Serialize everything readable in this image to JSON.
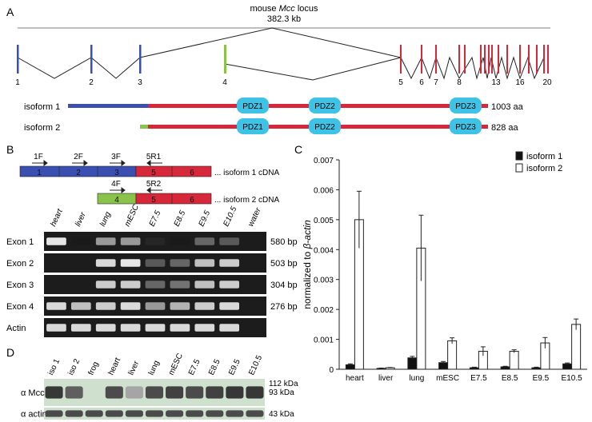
{
  "panelA": {
    "letter": "A",
    "locus_title_prefix": "mouse",
    "locus_gene": "Mcc",
    "locus_title_suffix": "locus",
    "locus_size": "382.3 kb",
    "exon_labels": [
      "1",
      "2",
      "3",
      "4",
      "5",
      "6",
      "7",
      "8",
      "13",
      "16",
      "20"
    ],
    "isoforms": [
      {
        "name": "isoform 1",
        "length": "1003 aa",
        "domains": [
          "PDZ1",
          "PDZ2",
          "PDZ3"
        ]
      },
      {
        "name": "isoform 2",
        "length": "828 aa",
        "domains": [
          "PDZ1",
          "PDZ2",
          "PDZ3"
        ]
      }
    ]
  },
  "panelB": {
    "letter": "B",
    "primers_cdna1": [
      "1F",
      "2F",
      "3F",
      "5R1"
    ],
    "primers_cdna2": [
      "4F",
      "5R2"
    ],
    "cdna1_exons": [
      "1",
      "2",
      "3",
      "5",
      "6"
    ],
    "cdna2_exons": [
      "4",
      "5",
      "6"
    ],
    "cdna1_label": "... isoform 1 cDNA",
    "cdna2_label": "... isoform 2 cDNA",
    "lanes": [
      "heart",
      "liver",
      "lung",
      "mESC",
      "E7.5",
      "E8.5",
      "E9.5",
      "E10.5",
      "water"
    ],
    "rows": [
      {
        "name": "Exon 1",
        "size": "580 bp",
        "bands": [
          0.9,
          0.1,
          0.6,
          0.6,
          0.15,
          0.1,
          0.4,
          0.35,
          0.0
        ]
      },
      {
        "name": "Exon 2",
        "size": "503 bp",
        "bands": [
          0.0,
          0.0,
          0.85,
          0.9,
          0.35,
          0.4,
          0.75,
          0.8,
          0.0
        ]
      },
      {
        "name": "Exon 3",
        "size": "304 bp",
        "bands": [
          0.0,
          0.0,
          0.8,
          0.8,
          0.4,
          0.45,
          0.75,
          0.8,
          0.0
        ]
      },
      {
        "name": "Exon 4",
        "size": "276 bp",
        "bands": [
          0.85,
          0.75,
          0.8,
          0.85,
          0.6,
          0.7,
          0.8,
          0.85,
          0.0
        ]
      },
      {
        "name": "Actin",
        "size": "",
        "bands": [
          0.85,
          0.85,
          0.85,
          0.85,
          0.85,
          0.85,
          0.85,
          0.85,
          0.0
        ]
      }
    ]
  },
  "panelC": {
    "letter": "C"
  },
  "panelD": {
    "letter": "D",
    "lanes": [
      "iso 1",
      "iso 2",
      "frog",
      "heart",
      "liver",
      "lung",
      "mESC",
      "E7.5",
      "E8.5",
      "E9.5",
      "E10.5"
    ],
    "rows": [
      {
        "name": "α Mcc",
        "sizes": [
          "112 kDa",
          "93 kDa"
        ],
        "bands": [
          0.9,
          0.7,
          0.0,
          0.8,
          0.35,
          0.8,
          0.85,
          0.8,
          0.85,
          0.9,
          0.9
        ]
      },
      {
        "name": "α actin",
        "sizes": [
          "43 kDa"
        ],
        "bands": [
          0.8,
          0.8,
          0.8,
          0.8,
          0.8,
          0.8,
          0.8,
          0.8,
          0.8,
          0.8,
          0.8
        ]
      }
    ]
  },
  "chart_data": {
    "type": "bar",
    "categories": [
      "heart",
      "liver",
      "lung",
      "mESC",
      "E7.5",
      "E8.5",
      "E9.5",
      "E10.5"
    ],
    "ylabel_prefix": "normalized to ",
    "ylabel_gene": "β-actin",
    "ylim": [
      0,
      0.007
    ],
    "yticks": [
      "0",
      "0.001",
      "0.002",
      "0.003",
      "0.004",
      "0.005",
      "0.006",
      "0.007"
    ],
    "legend_position": "top-right",
    "series": [
      {
        "name": "isoform 1",
        "color": "#111111",
        "values": [
          0.00015,
          3e-05,
          0.00038,
          0.00022,
          5e-05,
          8e-05,
          5e-05,
          0.00018
        ],
        "errors": [
          3e-05,
          1e-05,
          5e-05,
          4e-05,
          2e-05,
          2e-05,
          2e-05,
          3e-05
        ]
      },
      {
        "name": "isoform 2",
        "color": "#ffffff",
        "values": [
          0.005,
          5e-05,
          0.00405,
          0.00095,
          0.0006,
          0.0006,
          0.00088,
          0.0015
        ],
        "errors": [
          0.00095,
          1e-05,
          0.0011,
          0.0001,
          0.00015,
          5e-05,
          0.00018,
          0.00018
        ]
      }
    ]
  }
}
